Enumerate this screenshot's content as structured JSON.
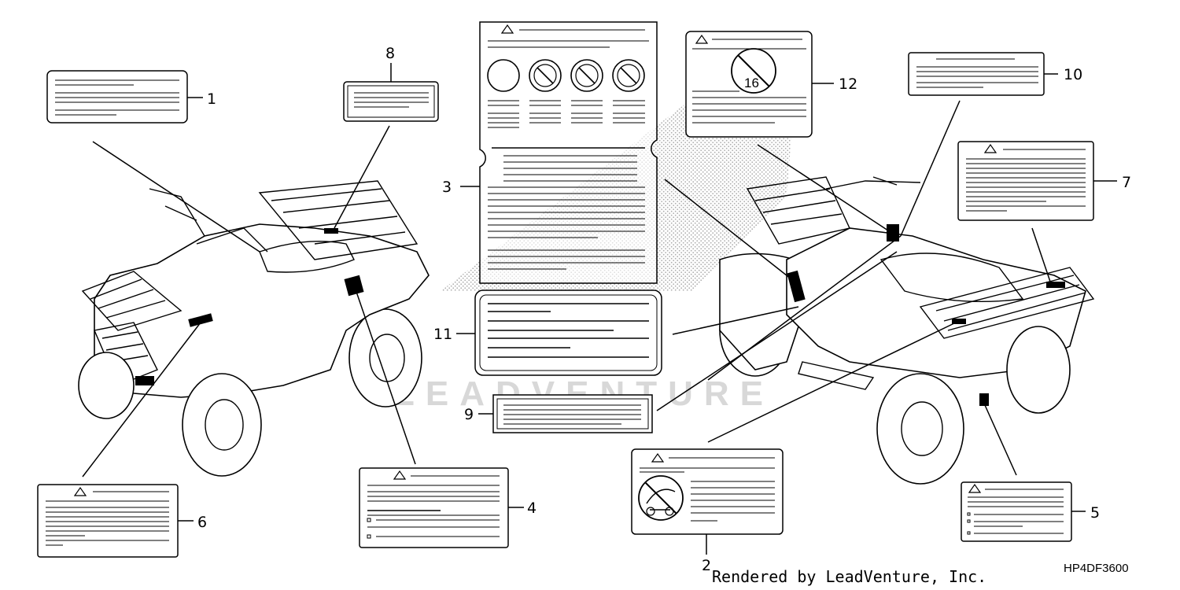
{
  "callouts": {
    "c1": "1",
    "c2": "2",
    "c3": "3",
    "c4": "4",
    "c5": "5",
    "c6": "6",
    "c7": "7",
    "c8": "8",
    "c9": "9",
    "c10": "10",
    "c11": "11",
    "c12": "12"
  },
  "age_sign_text": "16",
  "footer": {
    "credit": "Rendered by LeadVenture, Inc.",
    "diagram_code": "HP4DF3600"
  },
  "watermark": "LEADVENTURE",
  "icons": [
    "warning-triangle-icon",
    "prohibition-sign-icon",
    "age-restriction-icon",
    "no-passenger-icon"
  ]
}
